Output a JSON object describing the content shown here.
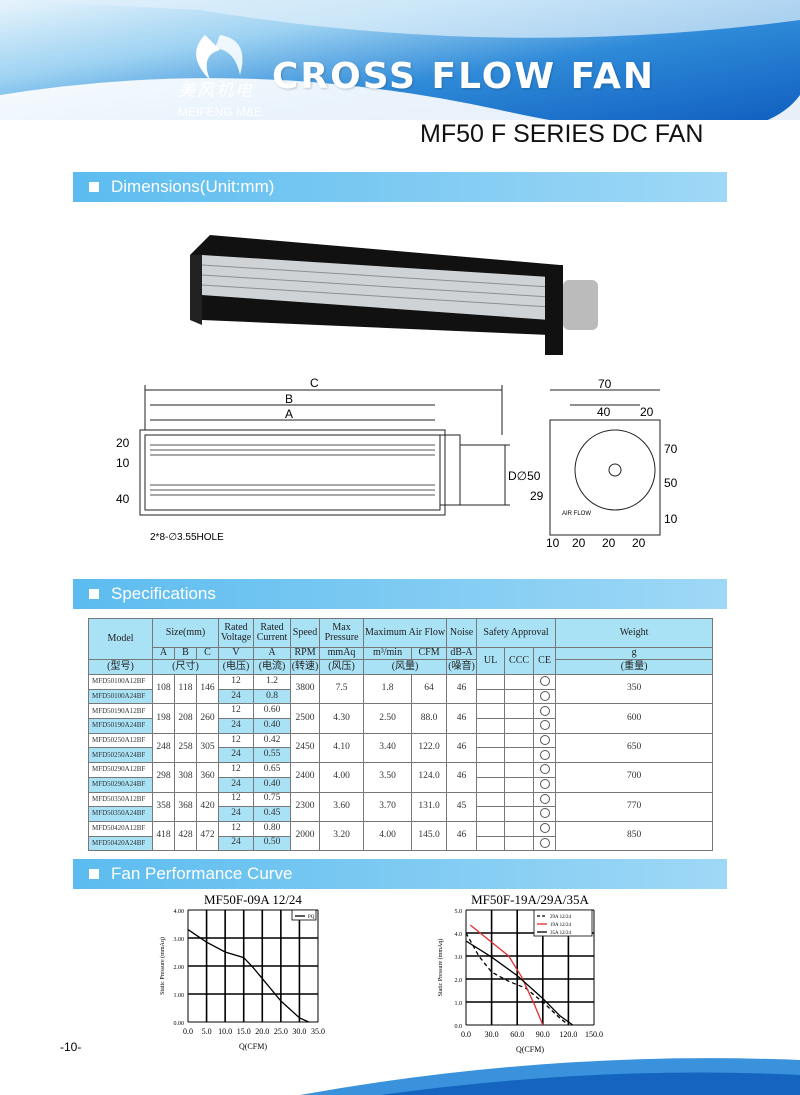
{
  "header": {
    "logo_cn": "美风机电",
    "logo_en": "MEIFENG M&E",
    "title": "CROSS FLOW FAN",
    "subtitle": "MF50 F SERIES DC FAN"
  },
  "sections": {
    "dimensions": "Dimensions(Unit:mm)",
    "specs": "Specifications",
    "curve": "Fan Performance Curve"
  },
  "drawing": {
    "C": "C",
    "B": "B",
    "A": "A",
    "d1": "20",
    "d2": "10",
    "d3": "40",
    "dia": "D∅50",
    "hole": "2*8-∅3.55HOLE",
    "w70": "70",
    "w40": "40",
    "w20": "20",
    "h50": "50",
    "h70": "70",
    "h29": "29",
    "h10": "10",
    "b10": "10",
    "b20a": "20",
    "b20b": "20",
    "b20c": "20",
    "airflow": "AIR FLOW"
  },
  "table": {
    "h1": [
      "Model",
      "Size(mm)",
      "Rated Voltage",
      "Rated Current",
      "Speed",
      "Max Pressure",
      "Maximum Air Flow",
      "Noise",
      "Safety Approval",
      "Weight"
    ],
    "h2": [
      "A",
      "B",
      "C",
      "V",
      "A",
      "RPM",
      "mmAq",
      "m³/min",
      "CFM",
      "dB-A",
      "UL",
      "CCC",
      "CE",
      "g"
    ],
    "h3": [
      "(型号)",
      "(尺寸)",
      "(电压)",
      "(电流)",
      "(转速)",
      "(风压)",
      "(风量)",
      "(噪音)",
      "(重量)"
    ],
    "groups": [
      {
        "m12": "MFD50100A12BF",
        "m24": "MFD50100A24BF",
        "a": "108",
        "b": "118",
        "c": "146",
        "i12": "1.2",
        "i24": "0.8",
        "rpm": "3800",
        "p": "7.5",
        "m3": "1.8",
        "cfm": "64",
        "db": "46",
        "g": "350"
      },
      {
        "m12": "MFD50190A12BF",
        "m24": "MFD50190A24BF",
        "a": "198",
        "b": "208",
        "c": "260",
        "i12": "0.60",
        "i24": "0.40",
        "rpm": "2500",
        "p": "4.30",
        "m3": "2.50",
        "cfm": "88.0",
        "db": "46",
        "g": "600"
      },
      {
        "m12": "MFD50250A12BF",
        "m24": "MFD50250A24BF",
        "a": "248",
        "b": "258",
        "c": "305",
        "i12": "0.42",
        "i24": "0.55",
        "rpm": "2450",
        "p": "4.10",
        "m3": "3.40",
        "cfm": "122.0",
        "db": "46",
        "g": "650"
      },
      {
        "m12": "MFD50290A12BF",
        "m24": "MFD50290A24BF",
        "a": "298",
        "b": "308",
        "c": "360",
        "i12": "0.65",
        "i24": "0.40",
        "rpm": "2400",
        "p": "4.00",
        "m3": "3.50",
        "cfm": "124.0",
        "db": "46",
        "g": "700"
      },
      {
        "m12": "MFD50350A12BF",
        "m24": "MFD50350A24BF",
        "a": "358",
        "b": "368",
        "c": "420",
        "i12": "0.75",
        "i24": "0.45",
        "rpm": "2300",
        "p": "3.60",
        "m3": "3.70",
        "cfm": "131.0",
        "db": "45",
        "g": "770"
      },
      {
        "m12": "MFD50420A12BF",
        "m24": "MFD50420A24BF",
        "a": "418",
        "b": "428",
        "c": "472",
        "i12": "0.80",
        "i24": "0.50",
        "rpm": "2000",
        "p": "3.20",
        "m3": "4.00",
        "cfm": "145.0",
        "db": "46",
        "g": "850"
      }
    ],
    "v12": "12",
    "v24": "24"
  },
  "chart_data": [
    {
      "type": "line",
      "title": "MF50F-09A   12/24",
      "xlabel": "Q(CFM)",
      "ylabel": "Static Pressure (mmAq)",
      "xlim": [
        0,
        35
      ],
      "ylim": [
        0,
        4
      ],
      "xticks": [
        "0.0",
        "5.0",
        "10.0",
        "15.0",
        "20.0",
        "25.0",
        "30.0",
        "35.0"
      ],
      "yticks": [
        "0.00",
        "1.00",
        "2.00",
        "3.00",
        "4.00"
      ],
      "legend": "top-right",
      "series": [
        {
          "name": "PQ",
          "color": "#000000",
          "dash": false,
          "x": [
            0,
            5,
            10,
            15,
            17.5,
            20,
            25,
            30,
            32.5
          ],
          "y": [
            3.3,
            2.85,
            2.5,
            2.3,
            1.95,
            1.55,
            0.75,
            0.15,
            0
          ]
        }
      ]
    },
    {
      "type": "line",
      "title": "MF50F-19A/29A/35A",
      "xlabel": "Q(CFM)",
      "ylabel": "Static Pressure (mmAq)",
      "xlim": [
        0,
        150
      ],
      "ylim": [
        0,
        5
      ],
      "xticks": [
        "0.0",
        "30.0",
        "60.0",
        "90.0",
        "120.0",
        "150.0"
      ],
      "yticks": [
        "0.0",
        "1.0",
        "2.0",
        "3.0",
        "4.0",
        "5.0"
      ],
      "legend": "top-right",
      "series": [
        {
          "name": "29A 12/24",
          "color": "#000000",
          "dash": true,
          "x": [
            0,
            15,
            30,
            50,
            70,
            90,
            110,
            120
          ],
          "y": [
            4.0,
            3.0,
            2.3,
            1.9,
            1.6,
            1.0,
            0.3,
            0
          ]
        },
        {
          "name": "19A 12/24",
          "color": "#e03030",
          "dash": false,
          "x": [
            5,
            30,
            50,
            65,
            80,
            90
          ],
          "y": [
            4.35,
            3.6,
            3.0,
            2.1,
            0.9,
            0
          ]
        },
        {
          "name": "35A 12/24",
          "color": "#000000",
          "dash": false,
          "x": [
            0,
            30,
            60,
            90,
            110,
            125
          ],
          "y": [
            3.65,
            2.95,
            2.15,
            1.15,
            0.4,
            0
          ]
        }
      ]
    }
  ],
  "page_number": "-10-"
}
